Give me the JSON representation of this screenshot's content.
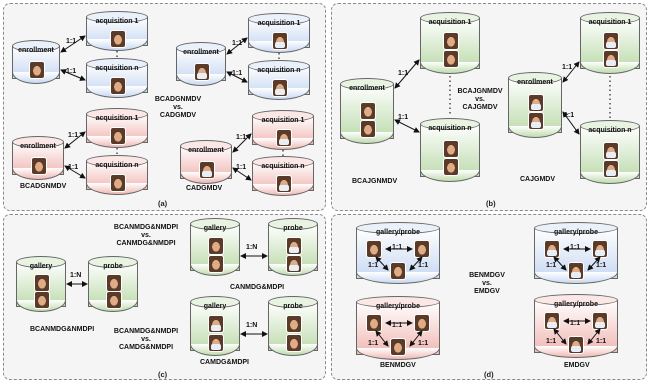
{
  "panels": {
    "a": "(a)",
    "b": "(b)",
    "c": "(c)",
    "d": "(d)"
  },
  "a": {
    "enrollment": "enrollment",
    "acq1": "acquisition 1",
    "acqn": "acquisition n",
    "ratio": "1:1",
    "vs_line1": "BCADGNMDV",
    "vs_line2": "vs.",
    "vs_line3": "CADGMDV",
    "left_caption": "BCADGNMDV",
    "right_caption": "CADGMDV"
  },
  "b": {
    "enrollment": "enrollment",
    "acq1": "acquisition 1",
    "acqn": "acquisition n",
    "ratio": "1:1",
    "vs_line1": "BCAJGNMDV",
    "vs_line2": "vs.",
    "vs_line3": "CAJGMDV",
    "left_caption": "BCAJGNMDV",
    "right_caption": "CAJGMDV"
  },
  "c": {
    "gallery": "gallery",
    "probe": "probe",
    "ratio": "1:N",
    "top_line1": "BCANMDG&NMDPI",
    "top_line2": "vs.",
    "top_line3": "CANMDG&NMDPI",
    "mid_caption": "CANMDG&MDPI",
    "left_caption": "BCANMDG&NMDPI",
    "bot_line1": "BCANMDG&NMDPI",
    "bot_line2": "vs.",
    "bot_line3": "CAMDG&NMDPI",
    "bottom_caption": "CAMDG&MDPI"
  },
  "d": {
    "gp": "gallery/probe",
    "ratio": "1:1",
    "vs_line1": "BENMDGV",
    "vs_line2": "vs.",
    "vs_line3": "EMDGV",
    "left_caption": "BENMDGV",
    "right_caption": "EMDGV"
  }
}
